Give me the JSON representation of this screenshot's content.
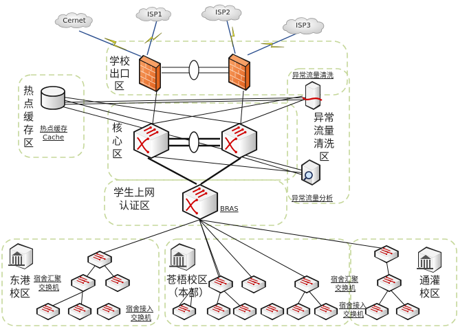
{
  "title": "校园网络拓扑",
  "clouds": [
    "Cernet",
    "ISP1",
    "ISP2",
    "ISP3"
  ],
  "zones": {
    "exit": "学校出口区",
    "cache": "热点缓存区",
    "core": "核心区",
    "cleaning": "异常流量清洗区",
    "auth": "学生上网认证区"
  },
  "zone_lines": {
    "exit": [
      "学校",
      "出口",
      "区"
    ],
    "cache": [
      "热",
      "点",
      "缓",
      "存",
      "区"
    ],
    "core": [
      "核",
      "心",
      "区"
    ],
    "cleaning": [
      "异常",
      "流量",
      "清洗",
      "区"
    ],
    "auth": [
      "学生上网",
      "认证区"
    ]
  },
  "devices": {
    "cache": [
      "热点缓存",
      "Cache"
    ],
    "cleaner": "异常流量清洗",
    "analyzer": "异常流量分析",
    "bras": "BRAS"
  },
  "campuses": {
    "east": {
      "name_lines": [
        "东港",
        "校区"
      ],
      "agg_label": [
        "宿舍汇聚",
        "交换机"
      ],
      "acc_label": [
        "宿舍接入",
        "交换机"
      ]
    },
    "main": {
      "name_lines": [
        "苍梧校区",
        "（本部）"
      ]
    },
    "west": {
      "name_lines": [
        "通灌",
        "校区"
      ],
      "agg_label": [
        "宿舍汇聚",
        "交换机"
      ],
      "acc_label": [
        "宿舍接入",
        "交换机"
      ]
    }
  },
  "colors": {
    "firewall": "#f07a2e",
    "zone_border": "#c5d79a",
    "arrow": "#d00000",
    "bolt": "#f7f12a"
  }
}
